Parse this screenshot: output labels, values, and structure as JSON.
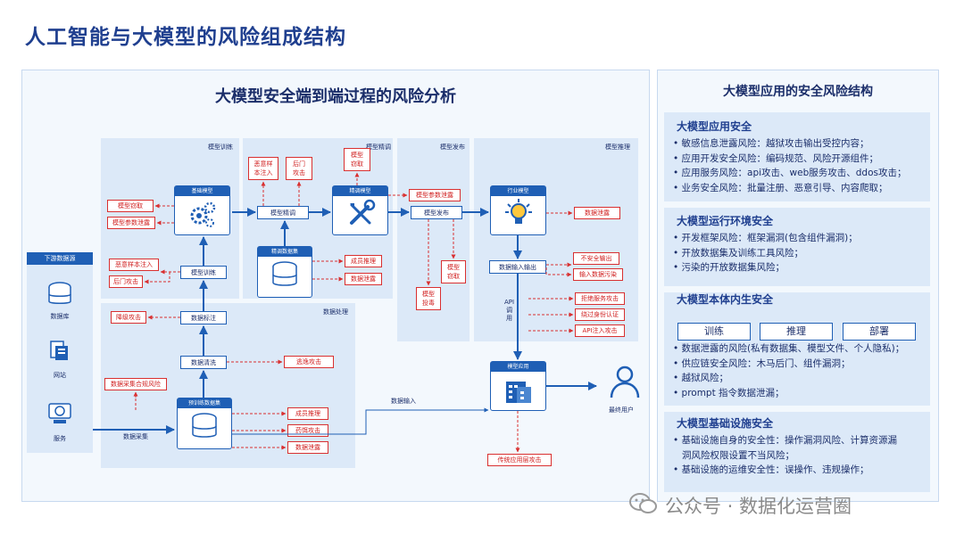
{
  "page_title": "人工智能与大模型的风险组成结构",
  "left": {
    "title": "大模型安全端到端过程的风险分析",
    "zones": {
      "train": "模型训练",
      "finetune": "模型精调",
      "release": "模型发布",
      "infer": "模型推理",
      "data": "数据处理"
    },
    "sources": {
      "head": "下游数据源",
      "db": "数据库",
      "web": "网站",
      "svc": "服务"
    },
    "nodes": {
      "base_model": "基础模型",
      "model_train": "模型训练",
      "data_label": "数据标注",
      "data_clean": "数据清洗",
      "pretrain_data": "预训练数据集",
      "model_finetune": "模型精调",
      "finetune_model": "精调模型",
      "finetune_data": "精调数据集",
      "model_release": "模型发布",
      "industry_model": "行业模型",
      "data_io": "数据输入输出",
      "model_app": "模型应用",
      "end_user": "最终用户"
    },
    "labels": {
      "data_collect": "数据采集",
      "data_input": "数据输入",
      "api": "API\n调\n用"
    },
    "risks": {
      "model_steal": "模型窃取",
      "param_leak": "模型参数泄露",
      "malicious_inject": "恶意样本注入",
      "backdoor": "后门攻击",
      "degrade": "降级攻击",
      "collect_compliance": "数据采集合规风险",
      "escape": "逃逸攻击",
      "member_infer": "成员推理",
      "poison": "药饵攻击",
      "data_leak": "数据泄露",
      "ft_malicious": "恶意样\n本注入",
      "ft_backdoor": "后门\n攻击",
      "ft_steal": "模型\n窃取",
      "ft_member": "成员推理",
      "ft_leak": "数据泄露",
      "release_param": "模型参数泄露",
      "release_steal": "模型\n窃取",
      "release_poison": "模型\n投毒",
      "infer_leak": "数据泄露",
      "unsafe_output": "不安全输出",
      "input_pollution": "输入数据污染",
      "dos": "拒绝服务攻击",
      "auth_bypass": "绕过身份认证",
      "api_inject": "API注入攻击",
      "app_layer": "传统应用层攻击"
    }
  },
  "right": {
    "title": "大模型应用的安全风险结构",
    "sections": [
      {
        "head": "大模型应用安全",
        "items": [
          "敏感信息泄露风险：越狱攻击输出受控内容；",
          "应用开发安全风险：编码规范、风险开源组件；",
          "应用服务风险：api攻击、web服务攻击、ddos攻击；",
          "业务安全风险：批量注册、恶意引导、内容爬取；"
        ]
      },
      {
        "head": "大模型运行环境安全",
        "items": [
          "开发框架风险：框架漏洞(包含组件漏洞)；",
          "开放数据集及训练工具风险；",
          "污染的开放数据集风险；"
        ]
      },
      {
        "head": "大模型本体内生安全",
        "tabs": [
          "训练",
          "推理",
          "部署"
        ],
        "items": [
          "数据泄露的风险(私有数据集、模型文件、个人隐私)；",
          "供应链安全风险：木马后门、组件漏洞；",
          "越狱风险；",
          "prompt 指令数据泄漏；"
        ]
      },
      {
        "head": "大模型基础设施安全",
        "items": [
          "基础设施自身的安全性：操作漏洞风险、计算资源漏",
          "洞风险权限设置不当风险；",
          "基础设施的运维安全性：误操作、违规操作；"
        ]
      }
    ]
  },
  "watermark": "公众号 · 数据化运营圈",
  "icons": {
    "db": "database-icon",
    "web": "website-icon",
    "svc": "server-icon",
    "gear": "gear-icon",
    "tools": "tools-icon",
    "bulb": "lightbulb-icon",
    "user": "user-icon",
    "wechat": "wechat-icon"
  },
  "colors": {
    "primary": "#1f5fb5",
    "risk": "#d93030",
    "panel": "#f3f8fd",
    "zone": "#dce9f8",
    "title": "#1f3f8f"
  }
}
